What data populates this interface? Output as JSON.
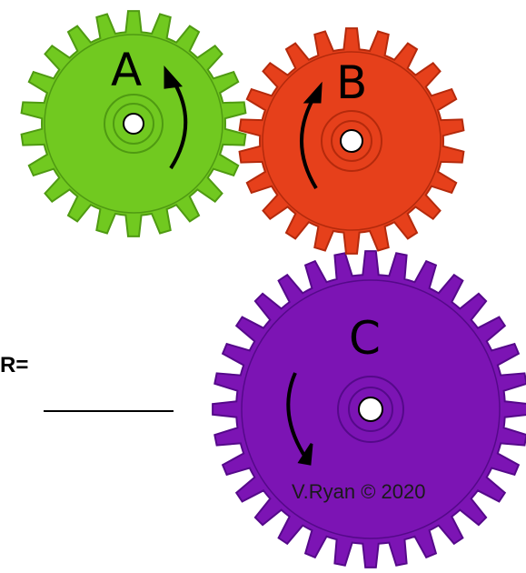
{
  "gears": [
    {
      "id": "A",
      "label": "A",
      "color": "#71c920",
      "edge": "#4f9a12",
      "rotation": "counter-clockwise"
    },
    {
      "id": "B",
      "label": "B",
      "color": "#e6401b",
      "edge": "#b42a0c",
      "rotation": "clockwise"
    },
    {
      "id": "C",
      "label": "C",
      "color": "#7c14b4",
      "edge": "#55098a",
      "rotation": "counter-clockwise"
    }
  ],
  "ratio_label": "R=",
  "credit": "V.Ryan © 2020"
}
